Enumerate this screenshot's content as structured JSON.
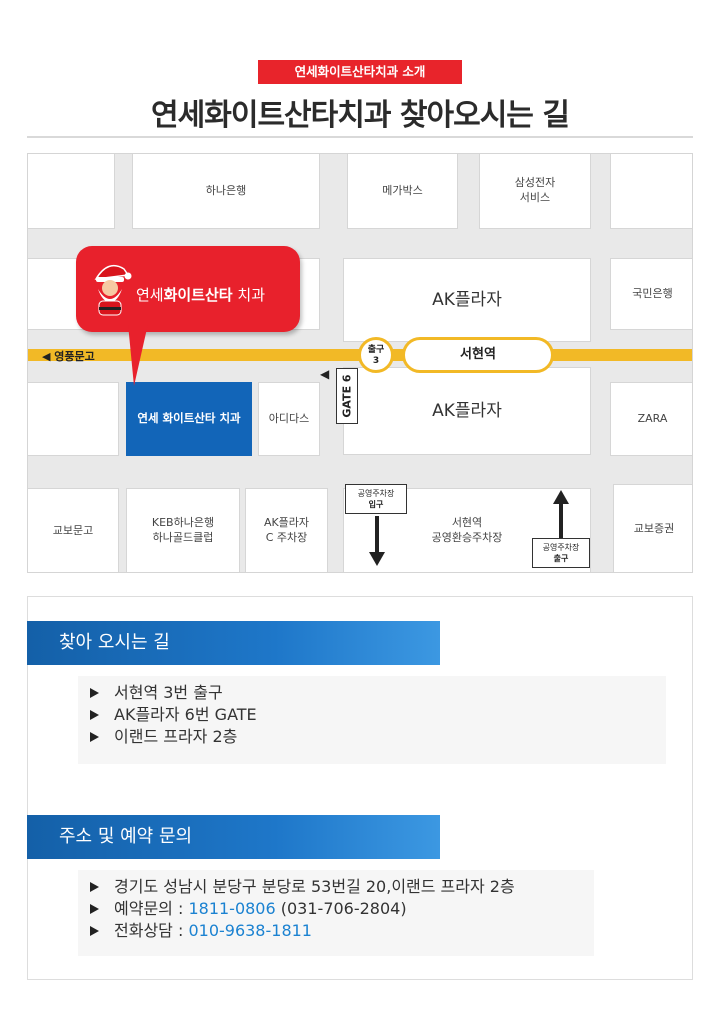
{
  "header": {
    "tag": "연세화이트산타치과 소개",
    "title": "연세화이트산타치과 찾아오시는 길"
  },
  "map": {
    "road_label": "◀ 영풍문고",
    "exit_label_1": "출구",
    "exit_label_2": "3",
    "station": "서현역",
    "gate_label": "GATE 6",
    "bubble_prefix": "연세",
    "bubble_bold": "화이트산타",
    "bubble_suffix": "치과",
    "blocks": {
      "hana_bank": "하나은행",
      "megabox": "메가박스",
      "samsung_1": "삼성전자",
      "samsung_2": "서비스",
      "ak_plaza_top": "AK플라자",
      "kookmin": "국민은행",
      "clinic": "연세 화이트산타 치과",
      "adidas": "아디다스",
      "ak_plaza_bottom": "AK플라자",
      "zara": "ZARA",
      "kyobo_books": "교보문고",
      "keb_1": "KEB하나은행",
      "keb_2": "하나골드클럽",
      "ak_parking_1": "AK플라자",
      "ak_parking_2": "C 주차장",
      "public_parking_1": "서현역",
      "public_parking_2": "공영환승주차장",
      "kyobo_sec": "교보증권"
    },
    "parking_entry_1": "공영주차장",
    "parking_entry_2": "입구",
    "parking_exit_1": "공영주차장",
    "parking_exit_2": "출구"
  },
  "directions": {
    "heading": "찾아 오시는 길",
    "items": [
      "서현역 3번 출구",
      "AK플라자 6번 GATE",
      "이랜드 프라자 2층"
    ]
  },
  "contact": {
    "heading": "주소 및 예약 문의",
    "address": "경기도 성남시 분당구 분당로 53번길 20,이랜드 프라자 2층",
    "reserve_label": "예약문의 : ",
    "reserve_phone": "1811-0806",
    "reserve_extra": " (031-706-2804)",
    "consult_label": "전화상담 : ",
    "consult_phone": "010-9638-1811"
  }
}
